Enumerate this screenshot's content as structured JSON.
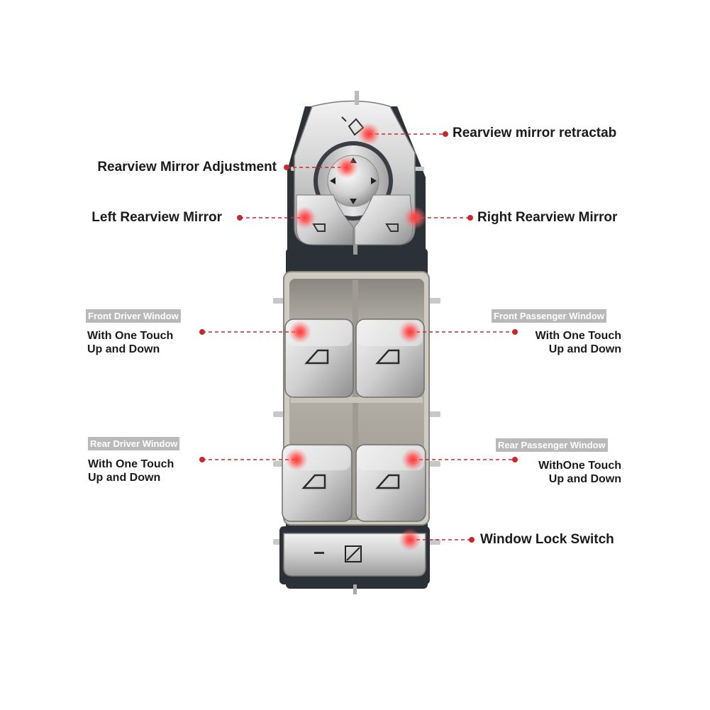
{
  "labels": {
    "mirror_retract": "Rearview mirror retractab",
    "mirror_adjust": "Rearview Mirror Adjustment",
    "left_mirror": "Left Rearview Mirror",
    "right_mirror": "Right Rearview Mirror",
    "window_lock": "Window Lock Switch"
  },
  "windows": {
    "front_driver": {
      "tag": "Front Driver Window",
      "line1": "With One Touch",
      "line2": "Up and Down"
    },
    "front_passenger": {
      "tag": "Front Passenger Window",
      "line1": "With One Touch",
      "line2": "Up and Down"
    },
    "rear_driver": {
      "tag": "Rear Driver Window",
      "line1": "With One Touch",
      "line2": "Up and Down"
    },
    "rear_passenger": {
      "tag": "Rear Passenger Window",
      "line1": "WithOne Touch",
      "line2": "Up and Down"
    }
  },
  "colors": {
    "callout_red": "#c8282c",
    "hotspot": "#e04848",
    "panel": "#c9c4bd",
    "button_silver": "#d7d7d7"
  }
}
